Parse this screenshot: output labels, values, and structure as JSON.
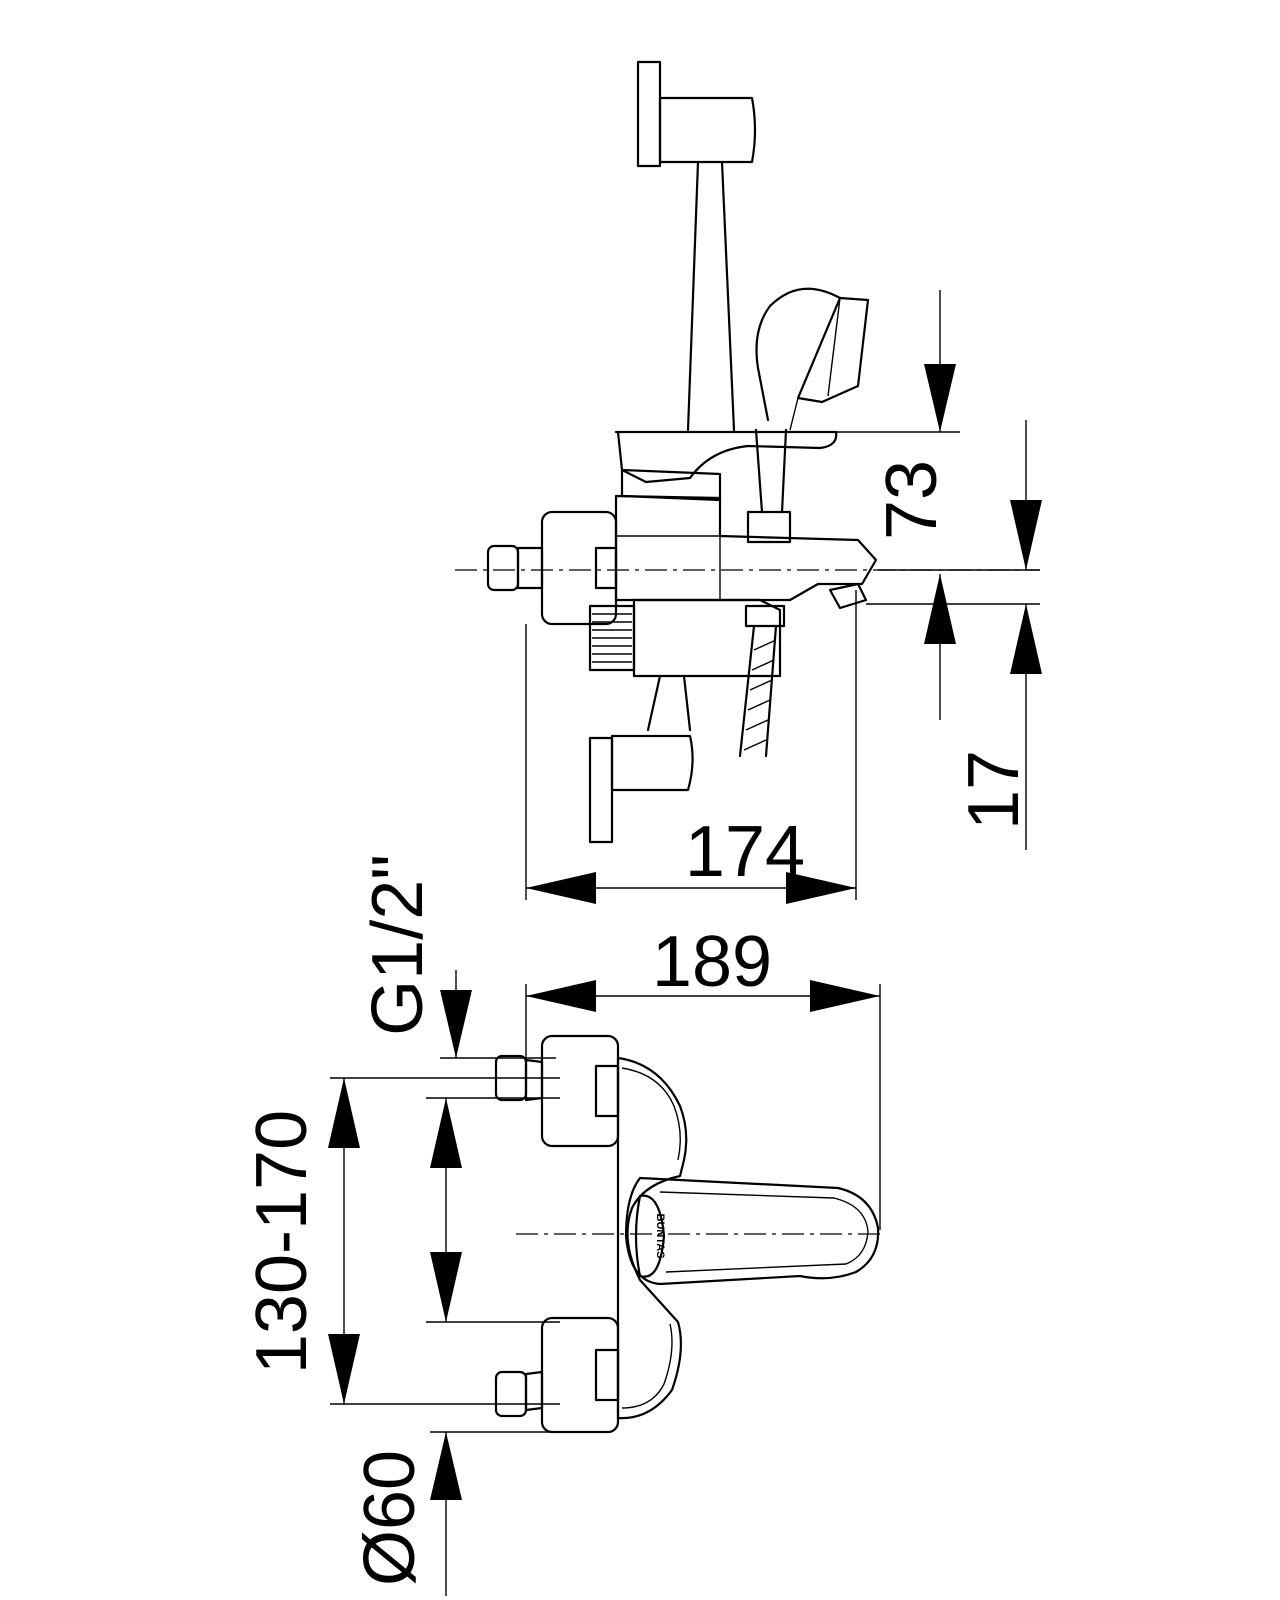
{
  "dimensions": {
    "d73": "73",
    "d17": "17",
    "d174": "174",
    "d189": "189",
    "thread": "G1/2\"",
    "range": "130-170",
    "diameter": "Ø60"
  },
  "brand": "BUNTAS"
}
